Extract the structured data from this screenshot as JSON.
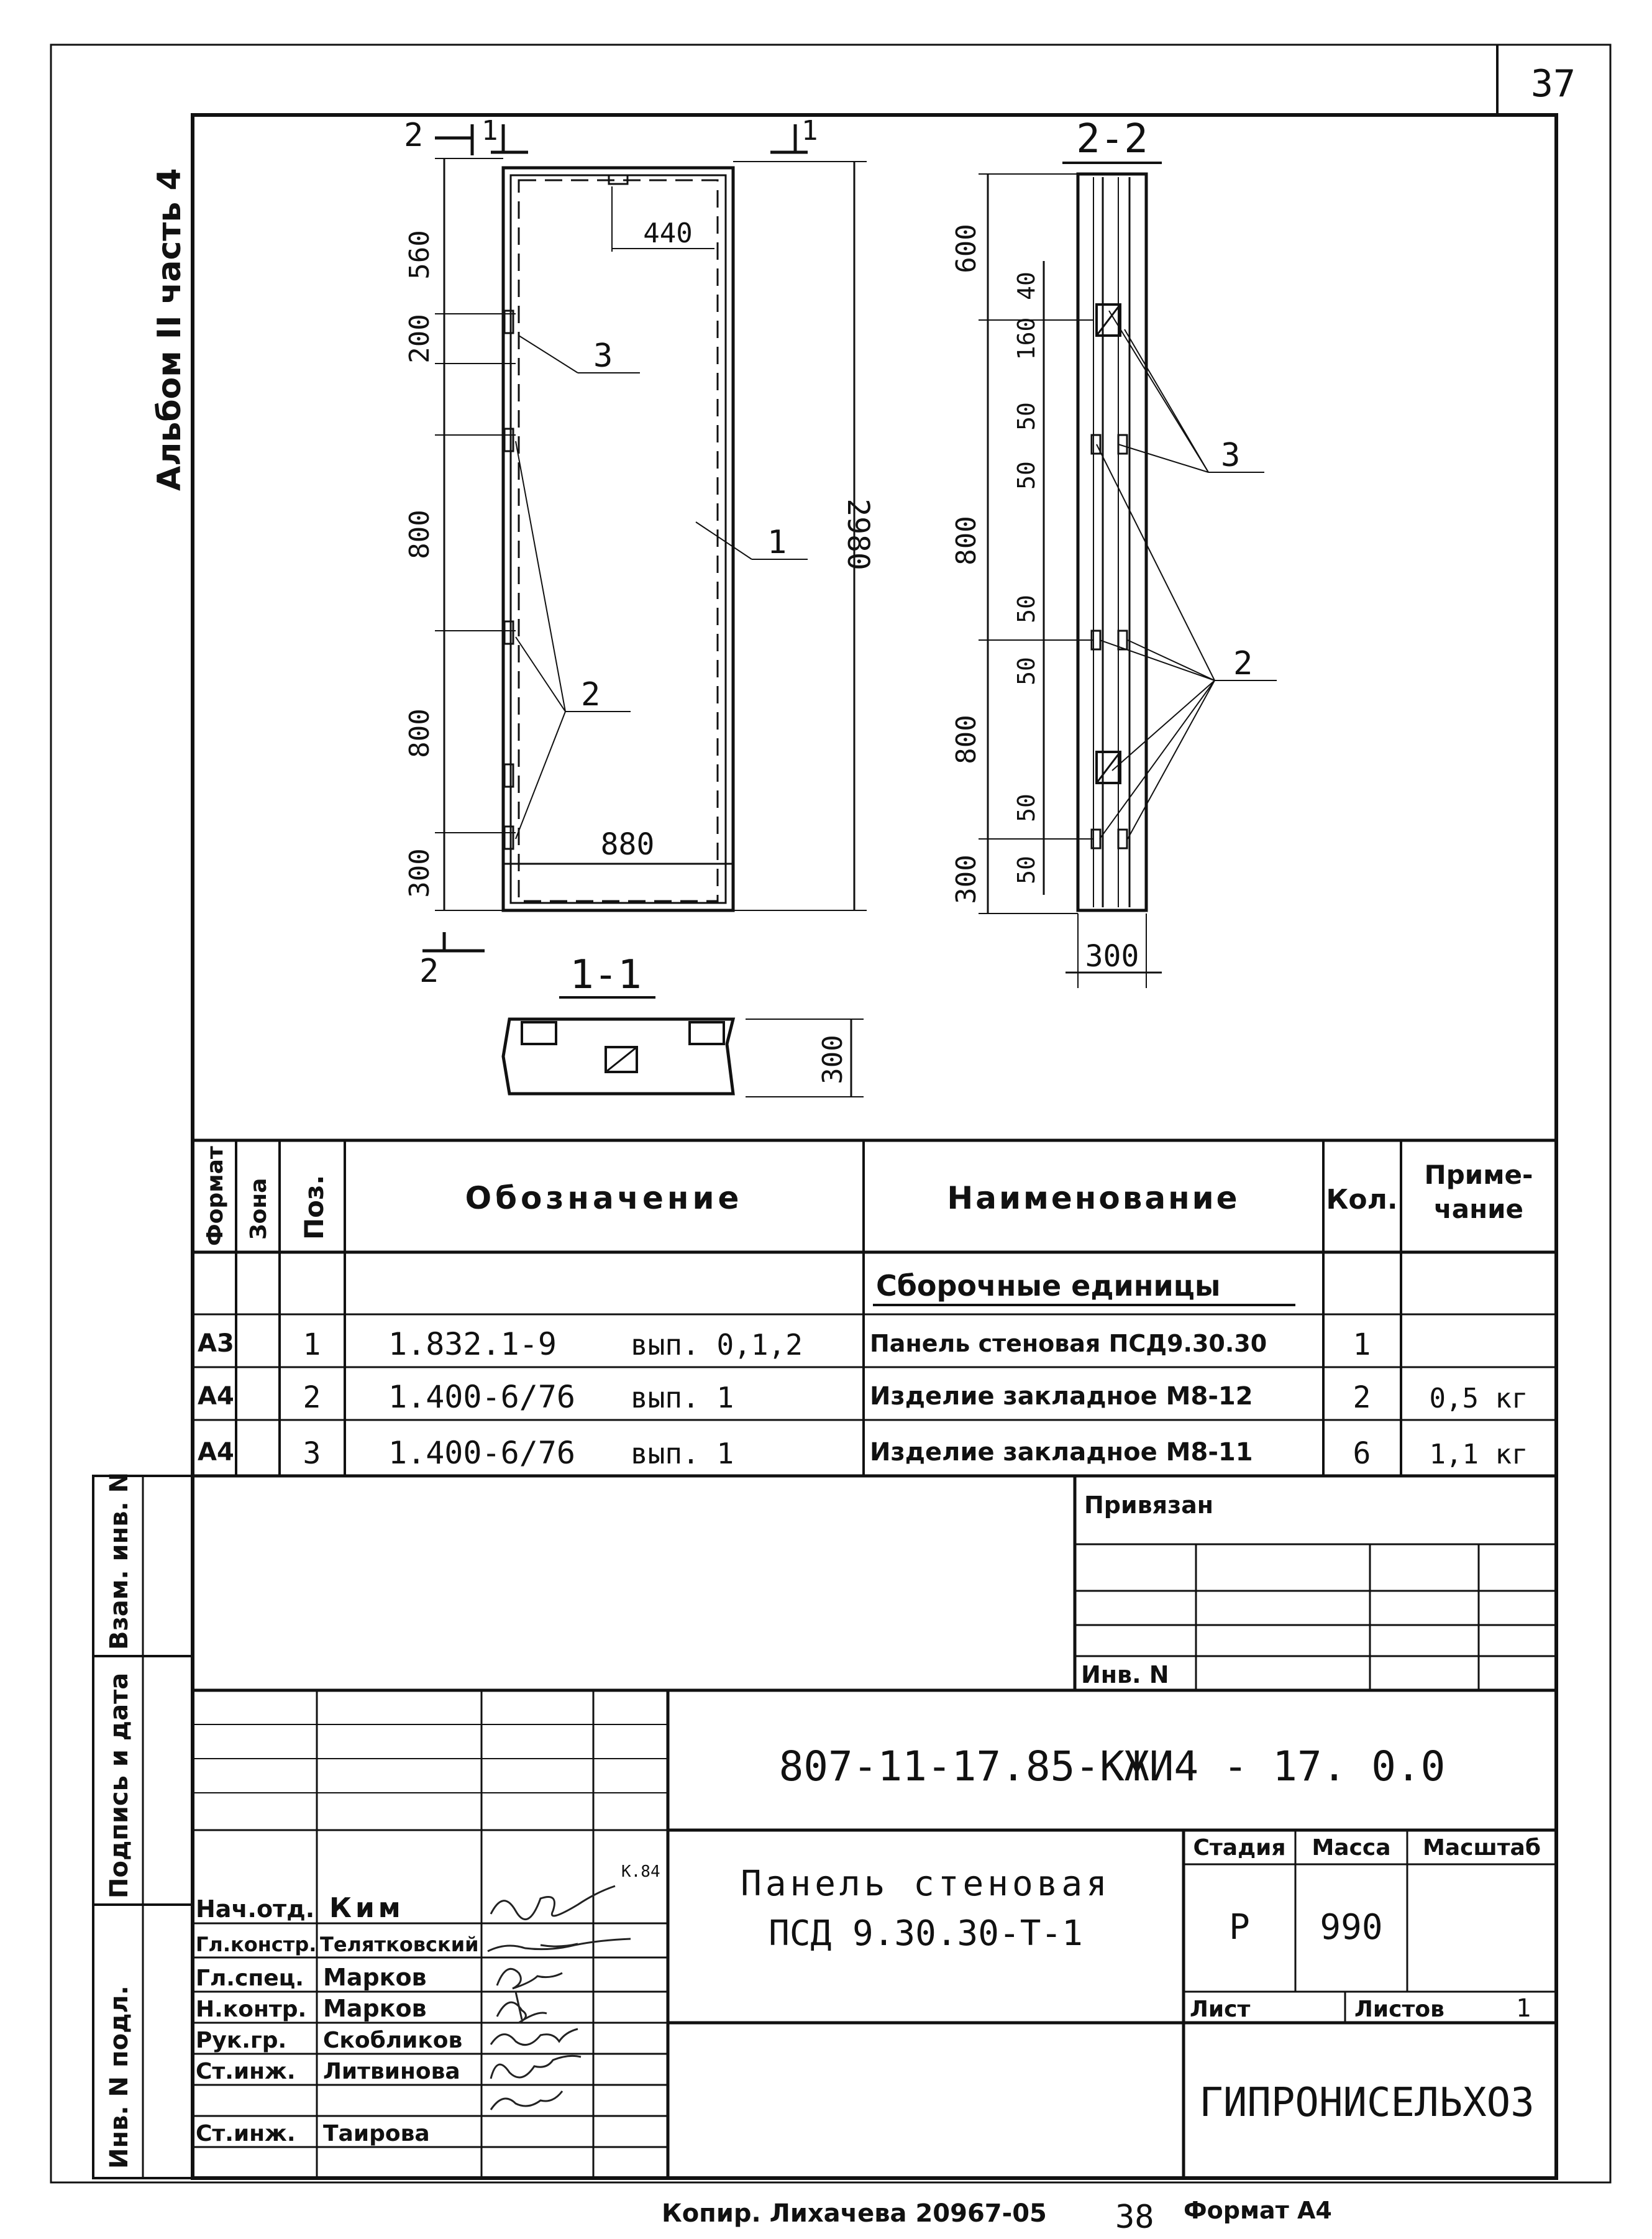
{
  "sheet_number": "37",
  "album_label": "Альбом II часть 4",
  "drawing": {
    "section_marks": {
      "mark_2": "2",
      "mark_1": "1",
      "mark_1_right": "1",
      "mark_2_bottom": "2"
    },
    "front": {
      "dims_left": [
        "560",
        "200",
        "800",
        "800",
        "300"
      ],
      "dim_width": "880",
      "dim_height": "2980",
      "dim_top": "440",
      "pos_1": "1",
      "pos_2": "2",
      "pos_3": "3"
    },
    "section_2_2": {
      "title": "2-2",
      "dims_outer": [
        "600",
        "800",
        "800",
        "300"
      ],
      "dims_inner": [
        "40",
        "160",
        "50",
        "50",
        "50",
        "50",
        "50",
        "50"
      ],
      "dim_width": "300",
      "pos_2": "2",
      "pos_3": "3"
    },
    "section_1_1": {
      "title": "1-1",
      "dim_height": "300"
    }
  },
  "spec_table": {
    "headers": {
      "format": "Формат",
      "zone": "Зона",
      "pos": "Поз.",
      "designation": "Обозначение",
      "name": "Наименование",
      "qty": "Кол.",
      "note": "Приме-\nчание"
    },
    "group_title": "Сборочные единицы",
    "rows": [
      {
        "format": "А3",
        "pos": "1",
        "designation": "1.832.1-9",
        "issue": "вып. 0,1,2",
        "name": "Панель стеновая ПСД9.30.30",
        "qty": "1",
        "note": ""
      },
      {
        "format": "А4",
        "pos": "2",
        "designation": "1.400-6/76",
        "issue": "вып. 1",
        "name": "Изделие закладное М8-12",
        "qty": "2",
        "note": "0,5 кг"
      },
      {
        "format": "А4",
        "pos": "3",
        "designation": "1.400-6/76",
        "issue": "вып. 1",
        "name": "Изделие закладное М8-11",
        "qty": "6",
        "note": "1,1 кг"
      }
    ]
  },
  "binding_block": {
    "title": "Привязан",
    "inv_label": "Инв. N"
  },
  "side_stamps": [
    "Взам. инв. N",
    "Подпись и дата",
    "Инв. N подл."
  ],
  "title_block": {
    "doc_code": "807-11-17.85-КЖИ4 - 17. 0.0",
    "item_name_line1": "Панель стеновая",
    "item_name_line2": "ПСД 9.30.30-Т-1",
    "stage_label": "Стадия",
    "mass_label": "Масса",
    "scale_label": "Масштаб",
    "stage_value": "Р",
    "mass_value": "990",
    "sheet_label": "Лист",
    "sheets_label": "Листов",
    "sheets_value": "1",
    "organization": "ГИПРОНИСЕЛЬХОЗ",
    "sign_date": "К.84",
    "signatories": [
      {
        "role": "Нач.отд.",
        "name": "Ким"
      },
      {
        "role": "Гл.констр.",
        "name": "Телятковский"
      },
      {
        "role": "Гл.спец.",
        "name": "Марков"
      },
      {
        "role": "Н.контр.",
        "name": "Марков"
      },
      {
        "role": "Рук.гр.",
        "name": "Скобликов"
      },
      {
        "role": "Ст.инж.",
        "name": "Литвинова"
      },
      {
        "role": "Ст.инж.",
        "name": "Таирова"
      }
    ]
  },
  "footer": {
    "copy_text": "Копир. Лихачева 20967-05",
    "page_num": "38",
    "format_text": "Формат А4"
  }
}
